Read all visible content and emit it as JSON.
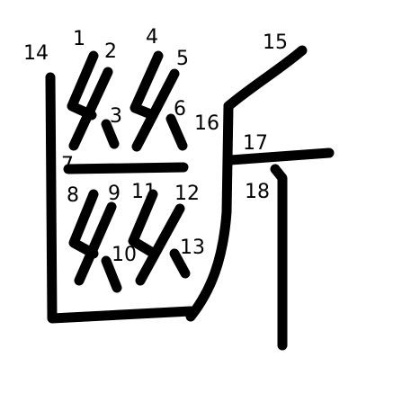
{
  "diagram": {
    "character": "斷",
    "stroke_color": "#000000",
    "background_color": "#ffffff",
    "stroke_numbers": [
      "1",
      "2",
      "3",
      "4",
      "5",
      "6",
      "7",
      "8",
      "9",
      "10",
      "11",
      "12",
      "13",
      "14",
      "15",
      "16",
      "17",
      "18"
    ]
  }
}
